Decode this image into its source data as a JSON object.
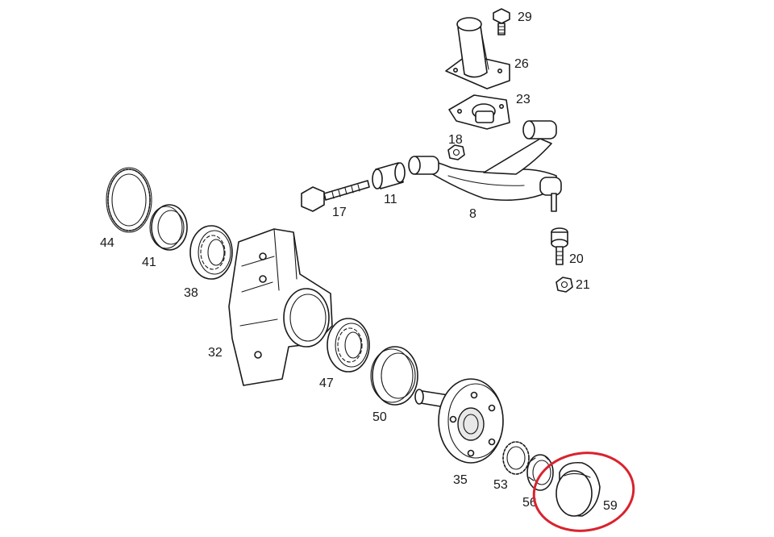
{
  "diagram": {
    "labels": {
      "p29": "29",
      "p26": "26",
      "p23": "23",
      "p18": "18",
      "p8": "8",
      "p11": "11",
      "p17": "17",
      "p20": "20",
      "p21": "21",
      "p44": "44",
      "p41": "41",
      "p38": "38",
      "p32": "32",
      "p47": "47",
      "p50": "50",
      "p35": "35",
      "p53": "53",
      "p56": "56",
      "p59": "59"
    },
    "highlight_color": "#d9232e",
    "highlighted_part": "59"
  }
}
